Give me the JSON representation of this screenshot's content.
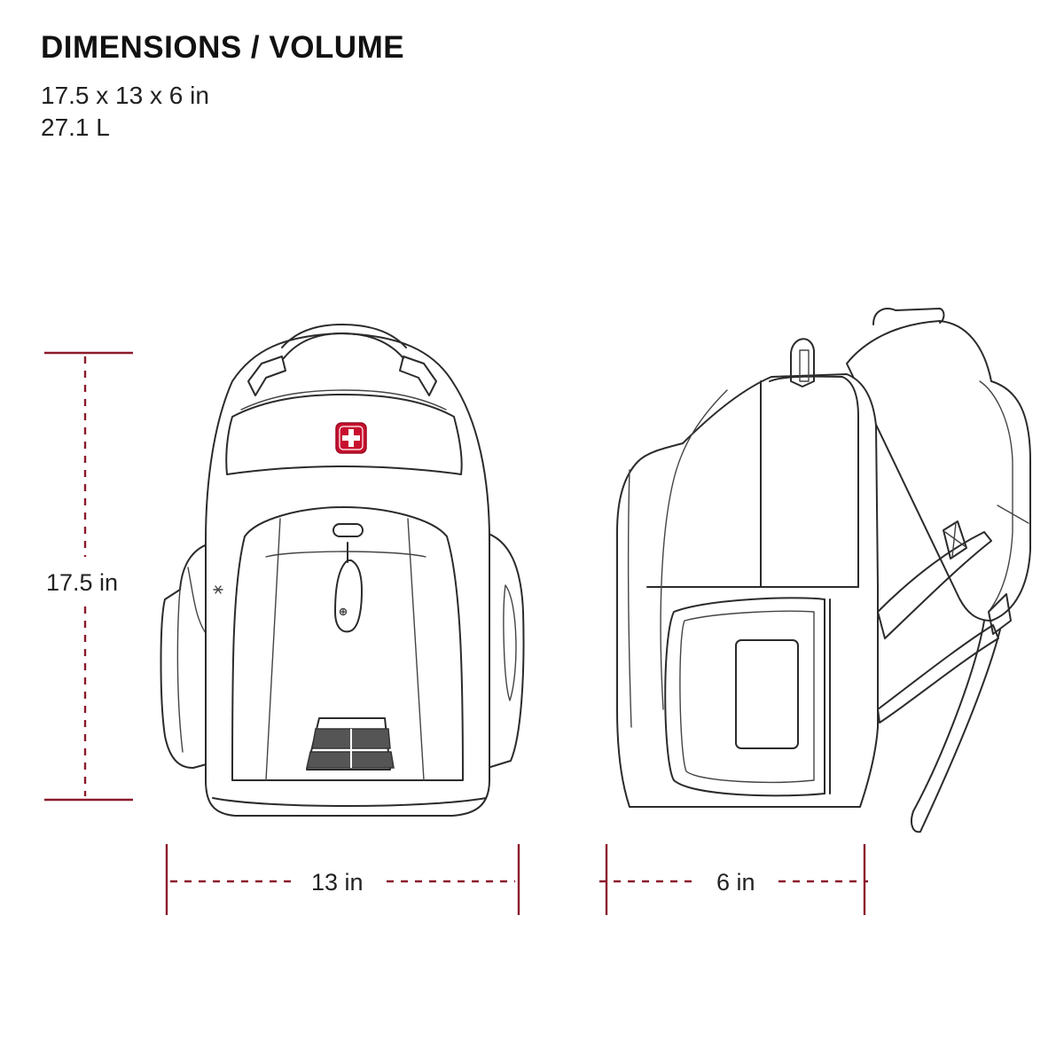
{
  "header": {
    "title": "DIMENSIONS / VOLUME",
    "size_line": "17.5 x 13 x 6 in",
    "volume_line": "27.1 L"
  },
  "dimensions": {
    "height_label": "17.5 in",
    "width_label": "13 in",
    "depth_label": "6 in"
  },
  "colors": {
    "dimension_line": "#8b1a2b",
    "logo_red": "#c8102e",
    "outline": "#2b2b2b"
  },
  "icons": {
    "brand_logo": "swiss-cross-logo",
    "snowflake": "snowflake-icon"
  }
}
